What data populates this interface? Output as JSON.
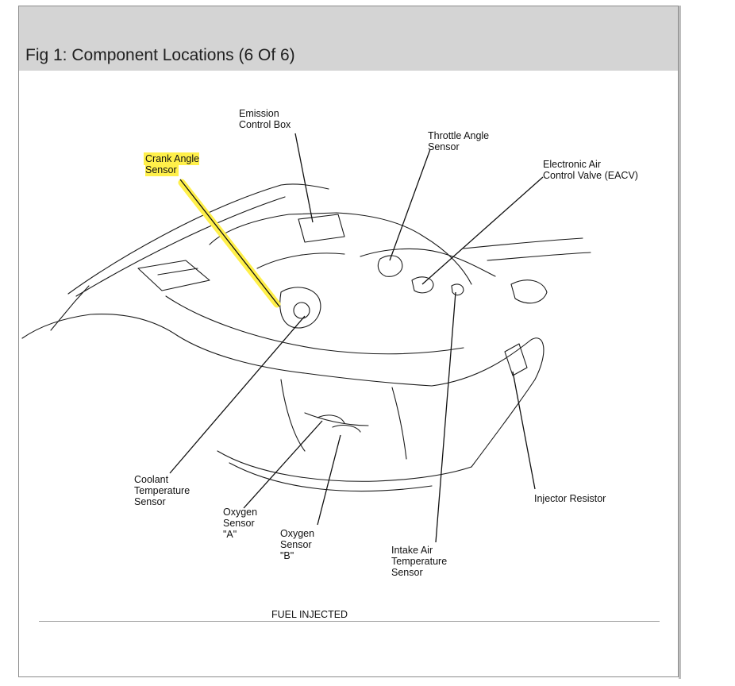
{
  "figure": {
    "title": "Fig 1: Component Locations (6 Of 6)",
    "caption": "FUEL INJECTED"
  },
  "labels": [
    {
      "id": "emission-control-box",
      "text": "Emission\nControl Box",
      "highlight": false
    },
    {
      "id": "throttle-angle-sensor",
      "text": "Throttle Angle\nSensor",
      "highlight": false
    },
    {
      "id": "crank-angle-sensor",
      "text": "Crank Angle\nSensor",
      "highlight": true
    },
    {
      "id": "eacv",
      "text": "Electronic Air\nControl Valve (EACV)",
      "highlight": false
    },
    {
      "id": "coolant-temperature-sensor",
      "text": "Coolant\nTemperature\nSensor",
      "highlight": false
    },
    {
      "id": "oxygen-sensor-a",
      "text": "Oxygen\nSensor\n\"A\"",
      "highlight": false
    },
    {
      "id": "oxygen-sensor-b",
      "text": "Oxygen\nSensor\n\"B\"",
      "highlight": false
    },
    {
      "id": "intake-air-temperature-sensor",
      "text": "Intake Air\nTemperature\nSensor",
      "highlight": false
    },
    {
      "id": "injector-resistor",
      "text": "Injector Resistor",
      "highlight": false
    }
  ],
  "colors": {
    "header_bg": "#d4d4d4",
    "highlight": "#fff04a",
    "ink": "#111111"
  }
}
